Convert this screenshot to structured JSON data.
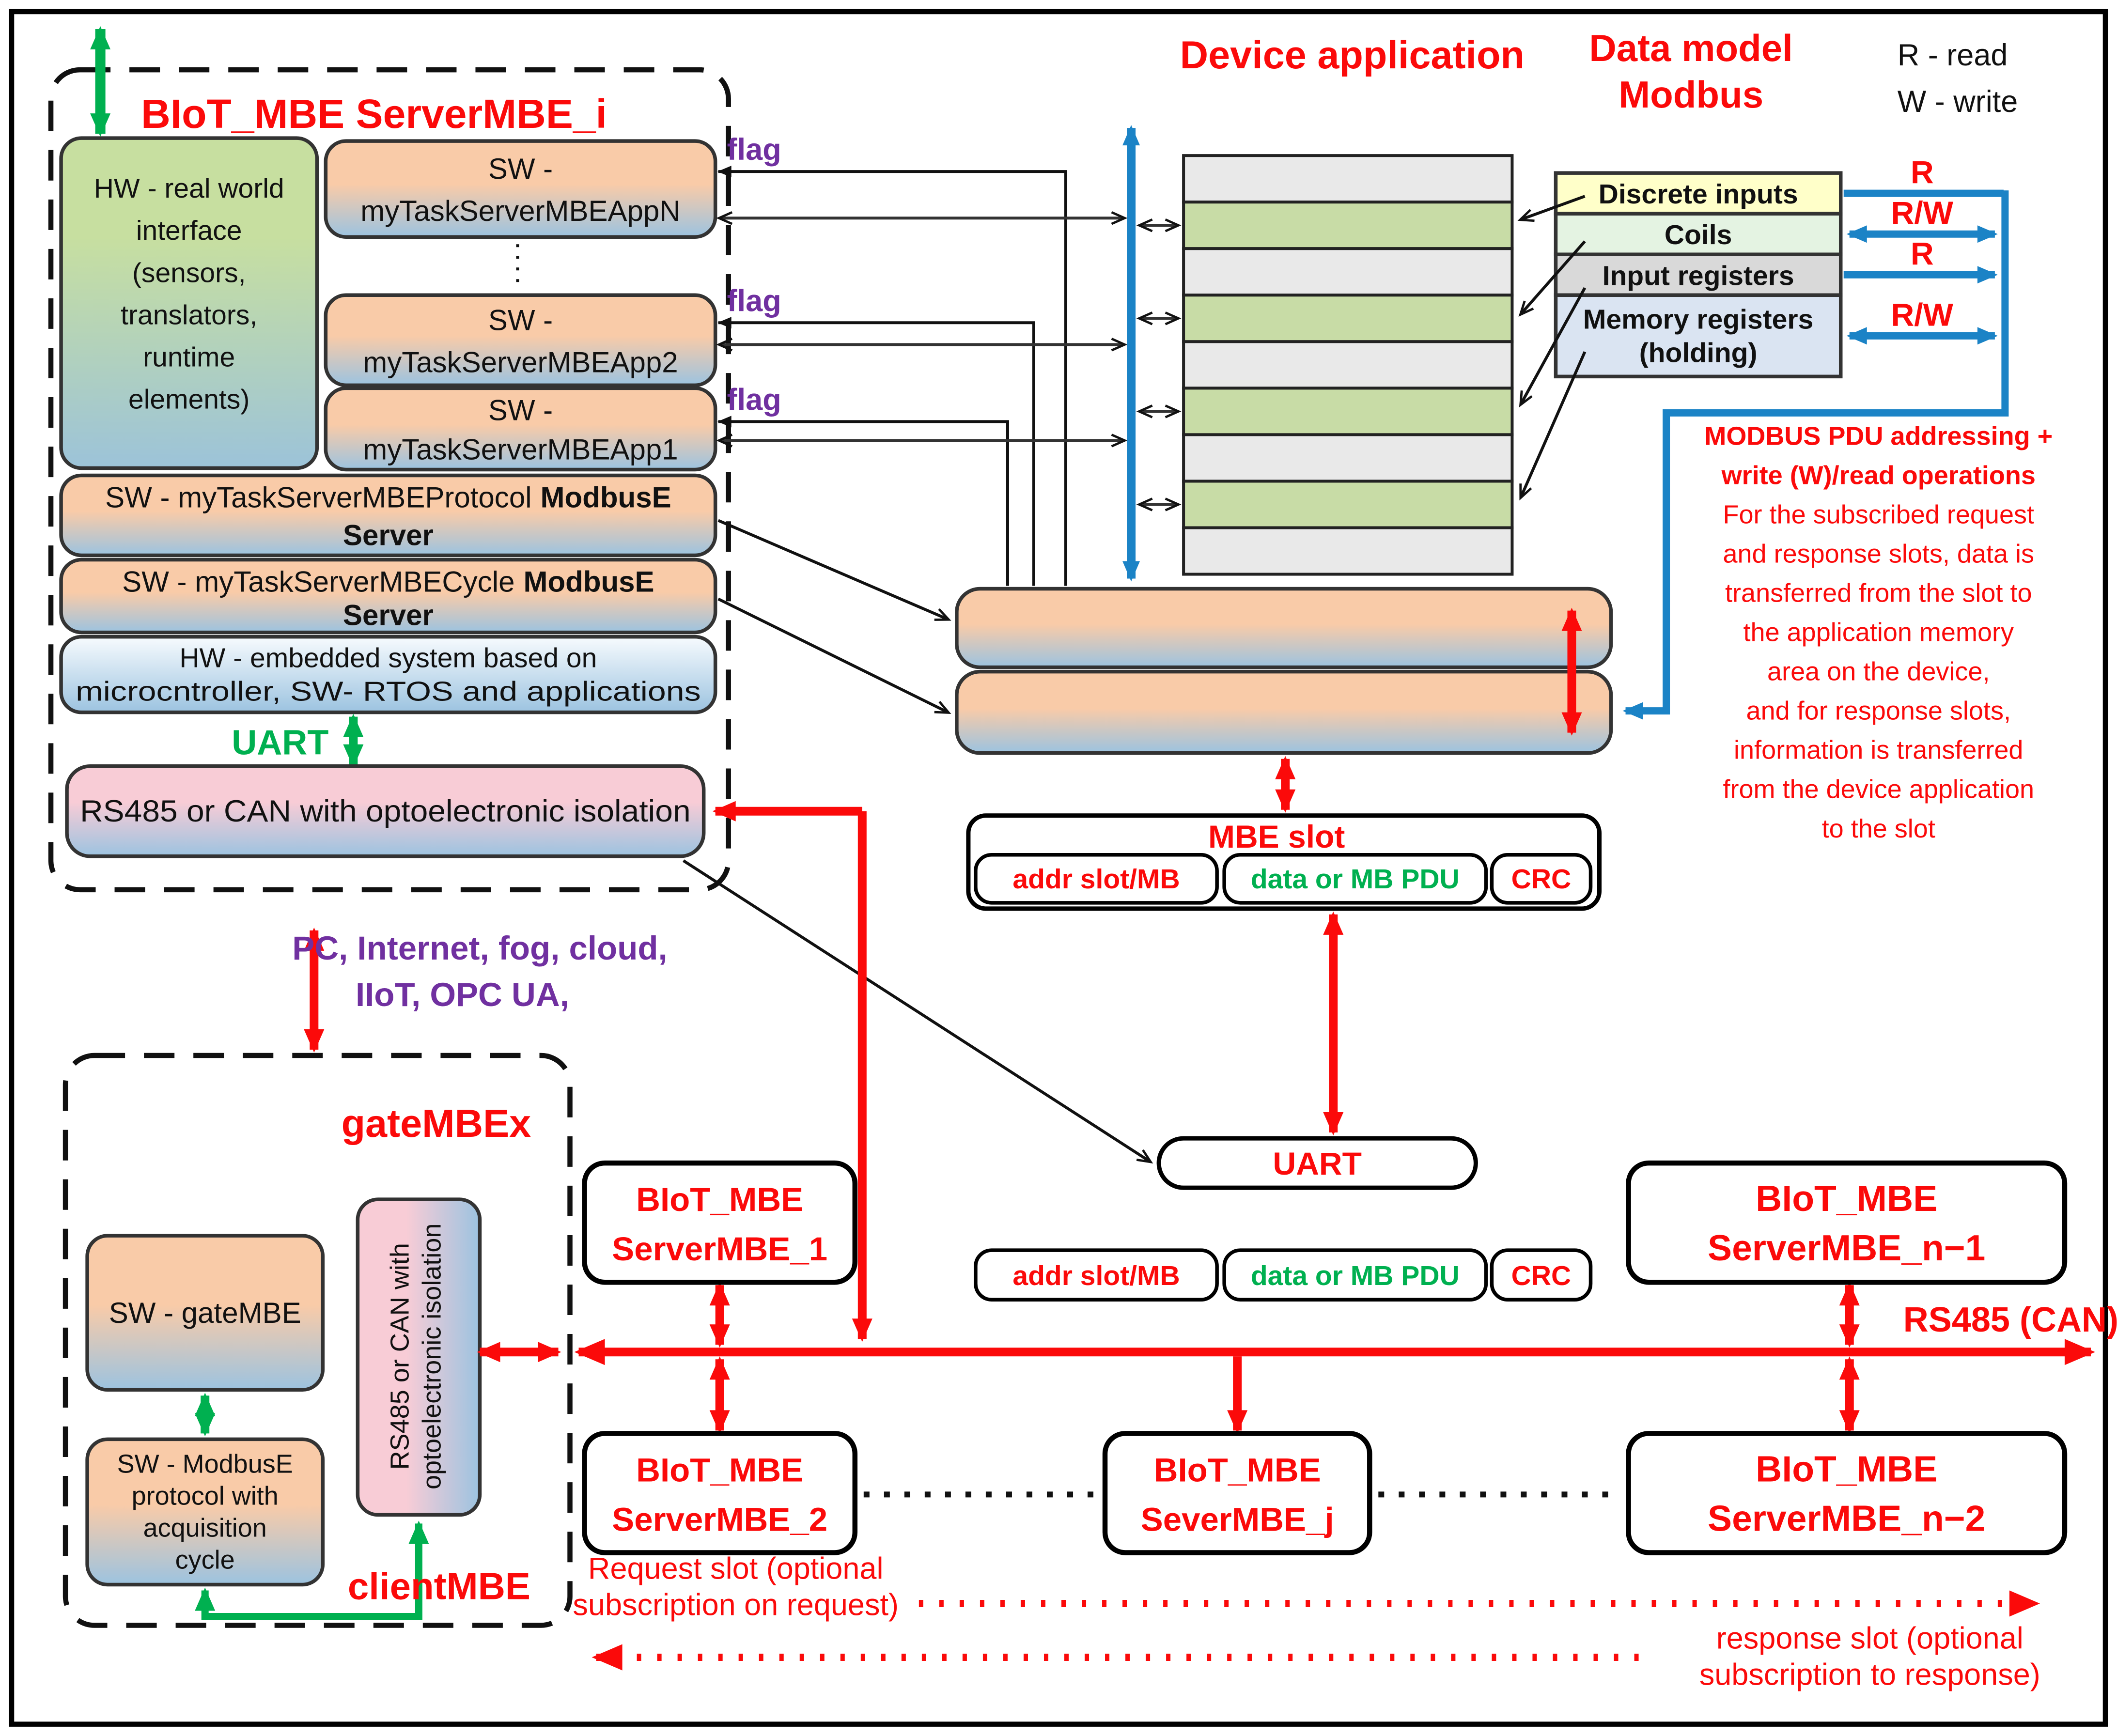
{
  "colors": {
    "red": "#fb0a0a",
    "green": "#00b050",
    "blue": "#1b83c6",
    "purple": "#7030a0",
    "orange_gradient_top": "#f9cba8",
    "gradient_blue_bottom": "#9cc3e0",
    "hw_green": "#c7dfa0",
    "pink": "#f8ccd6",
    "grid_gray": "#e9e9e9",
    "grid_green": "#c8dca6",
    "discrete_yellow": "#ffffc9",
    "coils_green": "#e4f3e2",
    "input_reg_gray": "#d9d9d9",
    "memory_blue": "#dae4f2"
  },
  "labels": {
    "flag": "flag"
  },
  "legend": {
    "r": "R - read",
    "w": "W - write"
  },
  "device_app": {
    "title": "Device application"
  },
  "data_model": {
    "title_line1": "Data model",
    "title_line2": "Modbus",
    "rows": [
      {
        "label": "Discrete inputs"
      },
      {
        "label": "Coils"
      },
      {
        "label": "Input registers"
      },
      {
        "label_line1": "Memory registers",
        "label_line2": "(holding)"
      }
    ],
    "ops": {
      "r1": "R",
      "rw1": "R/W",
      "r2": "R",
      "rw2": "R/W"
    }
  },
  "server_i": {
    "title": "BIoT_MBE  ServerMBE_i",
    "hw_lines": [
      "HW - real world",
      "interface",
      "(sensors,",
      "translators,",
      "runtime",
      "elements)"
    ],
    "apps": [
      {
        "line1": "SW -",
        "line2": "myTaskServerMBEAppN"
      },
      {
        "line1": "SW -",
        "line2": "myTaskServerMBEApp2"
      },
      {
        "line1": "SW -",
        "line2": "myTaskServerMBEApp1"
      }
    ],
    "protocol": {
      "pre": "SW - myTaskServerMBEProtocol",
      "bold": "ModbusE",
      "line2": "Server"
    },
    "cycle": {
      "pre": "SW - myTaskServerMBECycle",
      "bold": "ModbusE",
      "line2": "Server"
    },
    "embedded": [
      "HW - embedded system based on",
      "microcntroller, SW- RTOS and applications"
    ],
    "uart_label": "UART",
    "rs485_label": "RS485 or CAN with optoelectronic isolation"
  },
  "modbus_note": {
    "bold_lines": [
      "MODBUS PDU addressing +",
      "write (W)/read operations"
    ],
    "lines": [
      "For the subscribed request",
      "and response slots, data is",
      "transferred from the slot to",
      "the application memory",
      "area on the device,",
      "and for response slots,",
      "information is transferred",
      "from the device application",
      "to the slot"
    ]
  },
  "mbe_slot": {
    "title": "MBE slot",
    "addr": "addr slot/MB",
    "data": "data or MB PDU",
    "crc": "CRC"
  },
  "uart_mid": "UART",
  "gate": {
    "cloud_line1": "PC, Internet, fog, cloud,",
    "cloud_line2": "IIoT, OPC UA,",
    "title": "gateMBEx",
    "sw_gate": "SW - gateMBE",
    "sw_modbus_lines": [
      "SW - ModbusE",
      "protocol with",
      "acquisition",
      "cycle"
    ],
    "iso_line1": "RS485 or CAN with",
    "iso_line2": "optoelectronic isolation",
    "client": "clientMBE"
  },
  "bus": {
    "label": "RS485 (CAN)"
  },
  "nodes": [
    {
      "line1": "BIoT_MBE",
      "line2": "ServerMBE_1"
    },
    {
      "line1": "BIoT_MBE",
      "line2": "ServerMBE_2"
    },
    {
      "line1": "BIoT_MBE",
      "line2": "SeverMBE_j"
    },
    {
      "line1": "BIoT_MBE",
      "line2": "ServerMBE_n−1"
    },
    {
      "line1": "BIoT_MBE",
      "line2": "ServerMBE_n−2"
    }
  ],
  "slots_notes": {
    "request_line1": "Request slot (optional",
    "request_line2": "subscription on request)",
    "response_line1": "response slot (optional",
    "response_line2": "subscription to response)"
  }
}
